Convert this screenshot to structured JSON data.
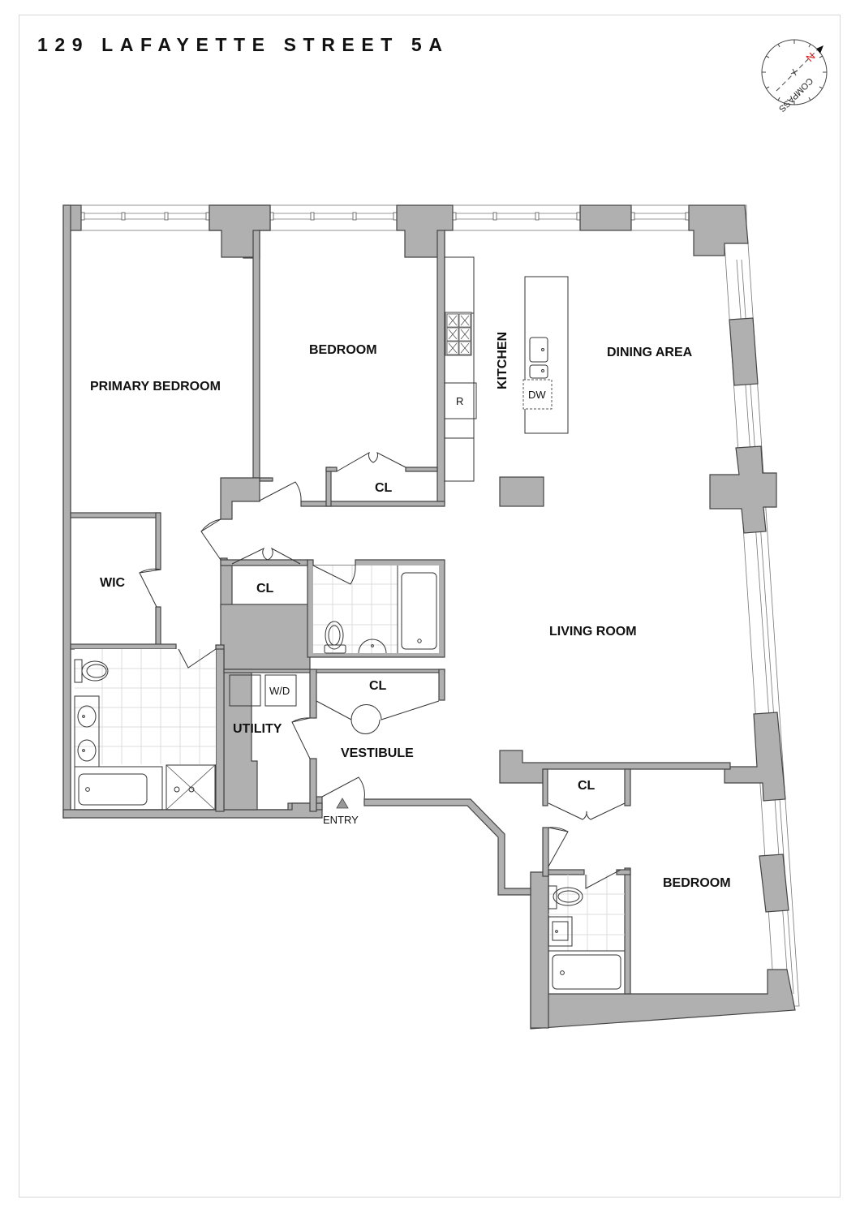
{
  "title": "129 LAFAYETTE STREET 5A",
  "compass": {
    "label": "COMPASS",
    "north": "N",
    "north_color": "#e02020"
  },
  "rooms": {
    "primary_bedroom": "PRIMARY BEDROOM",
    "bedroom_1": "BEDROOM",
    "kitchen": "KITCHEN",
    "dining_area": "DINING AREA",
    "wic": "WIC",
    "closet_1": "CL",
    "closet_2": "CL",
    "closet_3": "CL",
    "closet_4": "CL",
    "living_room": "LIVING ROOM",
    "utility": "UTILITY",
    "vestibule": "VESTIBULE",
    "bedroom_2": "BEDROOM"
  },
  "fixtures": {
    "refrigerator": "R",
    "dishwasher": "DW",
    "washer_dryer": "W/D"
  },
  "entry": {
    "label": "ENTRY"
  },
  "colors": {
    "wall": "#b0b0b0",
    "outline": "#444444",
    "tile": "#dcdcdc"
  }
}
